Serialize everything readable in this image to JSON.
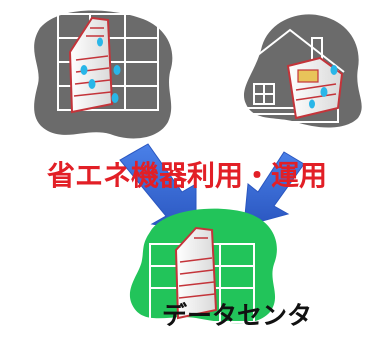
{
  "labels": {
    "energy_saving": "省エネ機器利用・運用",
    "datacenter": "データセンタ"
  },
  "colors": {
    "office_blob": "#6b6b6b",
    "datacenter_blob": "#22c45a",
    "arrow": "#3d6fd8",
    "label_red": "#e21f26",
    "server_outline": "#c4343a",
    "droplet": "#29b6e8"
  },
  "icons": {
    "left_group": "office-building-with-server",
    "right_group": "house-with-server",
    "bottom_group": "datacenter-building-with-server"
  }
}
